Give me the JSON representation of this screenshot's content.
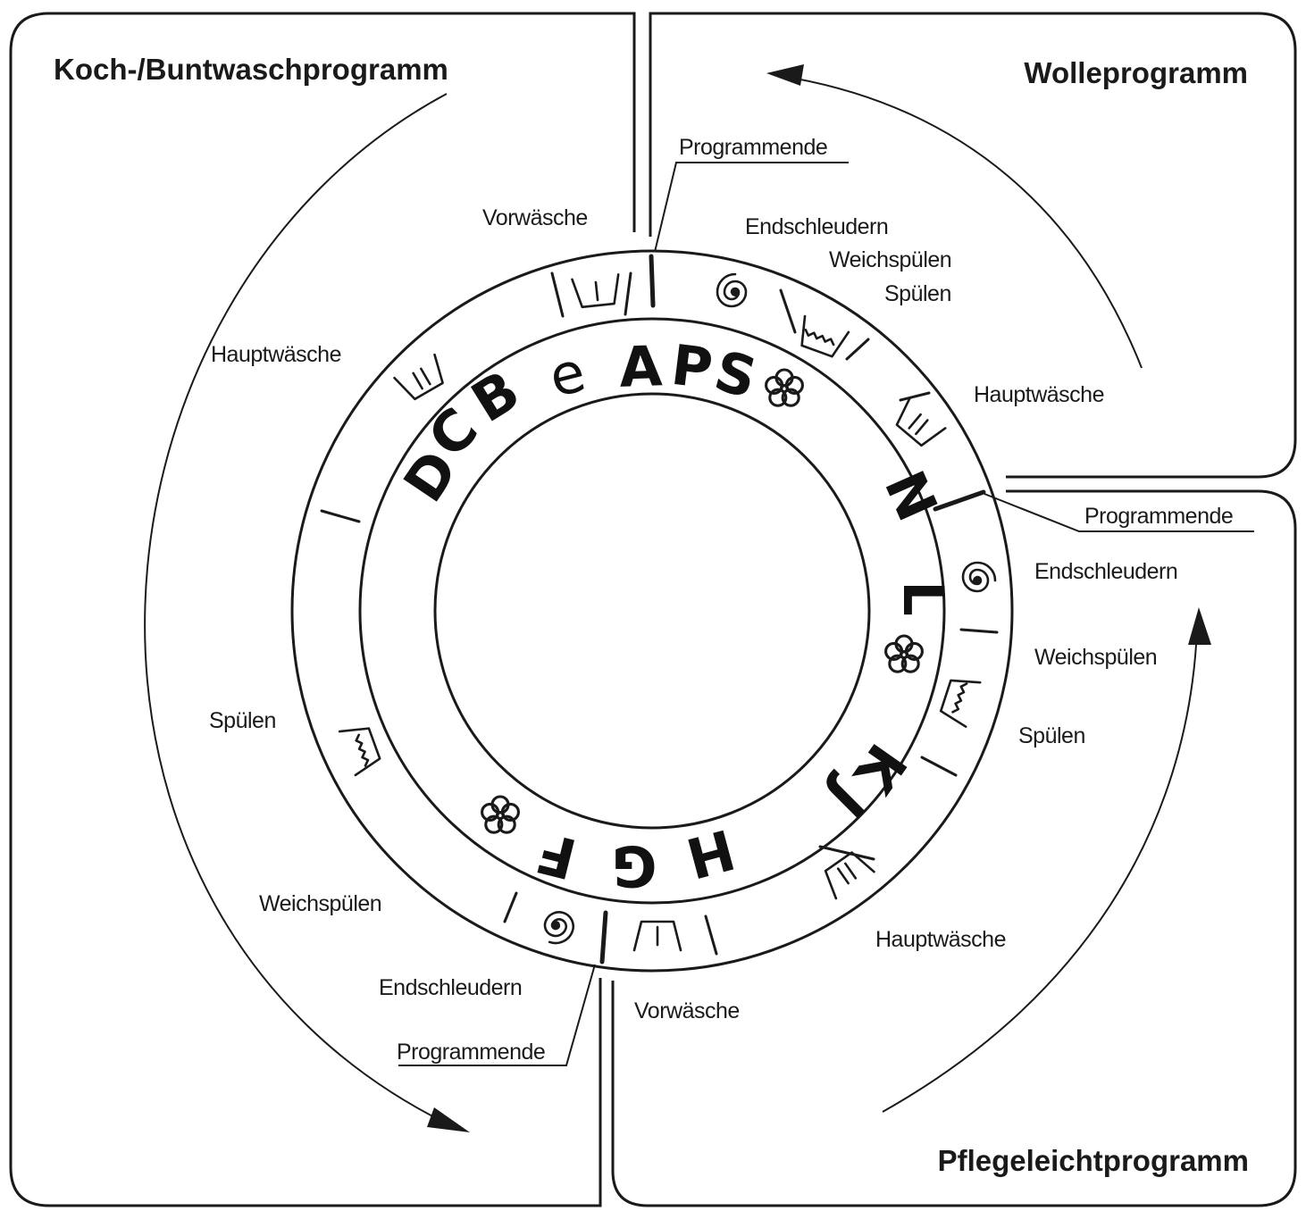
{
  "titles": {
    "koch": "Koch-/Buntwaschprogramm",
    "wolle": "Wolleprogramm",
    "pflege": "Pflegeleichtprogramm"
  },
  "dial": {
    "letters": [
      "D",
      "C",
      "B",
      "e",
      "A",
      "P",
      "S",
      "N",
      "L",
      "K",
      "J",
      "H",
      "G",
      "F"
    ]
  },
  "labels": {
    "koch": {
      "vorwaesche": "Vorwäsche",
      "hauptwaesche": "Hauptwäsche",
      "spuelen": "Spülen",
      "weichspuelen": "Weichspülen",
      "endschleudern": "Endschleudern",
      "programmende": "Programmende"
    },
    "wolle": {
      "programmende": "Programmende",
      "endschleudern": "Endschleudern",
      "weichspuelen": "Weichspülen",
      "spuelen": "Spülen",
      "hauptwaesche": "Hauptwäsche"
    },
    "pflege": {
      "programmende": "Programmende",
      "endschleudern": "Endschleudern",
      "weichspuelen": "Weichspülen",
      "spuelen": "Spülen",
      "hauptwaesche": "Hauptwäsche",
      "vorwaesche": "Vorwäsche"
    }
  },
  "icons": [
    "prewash-tub-icon",
    "mainwash-tub-icon",
    "rinse-tub-icon",
    "softener-flower-icon",
    "spin-spiral-icon",
    "program-end-mark"
  ]
}
